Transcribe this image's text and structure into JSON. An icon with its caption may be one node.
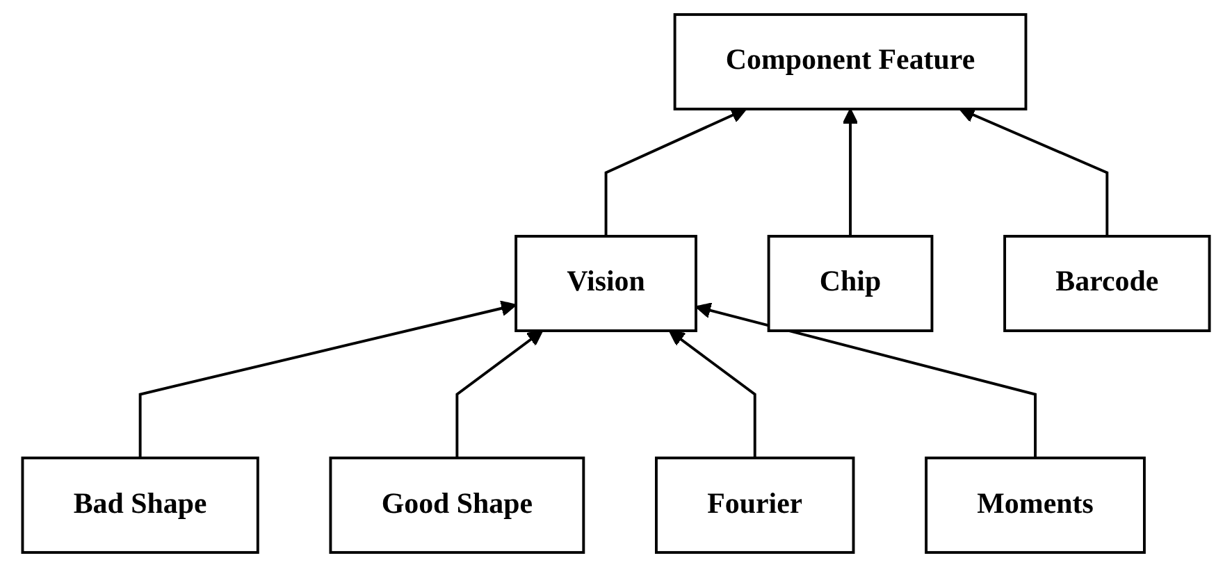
{
  "diagram": {
    "nodes": [
      {
        "text": [
          "Component Feature"
        ]
      },
      {
        "text": [
          "Vision"
        ]
      },
      {
        "text": [
          "Chip"
        ]
      },
      {
        "text": [
          "Barcode"
        ]
      },
      {
        "text": [
          "Bad Shape"
        ]
      },
      {
        "text": [
          "Good Shape"
        ]
      },
      {
        "text": [
          "Fourier"
        ]
      },
      {
        "text": [
          "Moments"
        ]
      }
    ],
    "edges": [
      {
        "from": 1,
        "to": 0,
        "arrow": "to"
      },
      {
        "from": 2,
        "to": 0,
        "arrow": "to"
      },
      {
        "from": 3,
        "to": 0,
        "arrow": "to"
      },
      {
        "from": 4,
        "to": 1,
        "arrow": "to"
      },
      {
        "from": 5,
        "to": 1,
        "arrow": "to"
      },
      {
        "from": 6,
        "to": 1,
        "arrow": "to"
      },
      {
        "from": 7,
        "to": 1,
        "arrow": "to"
      }
    ]
  }
}
